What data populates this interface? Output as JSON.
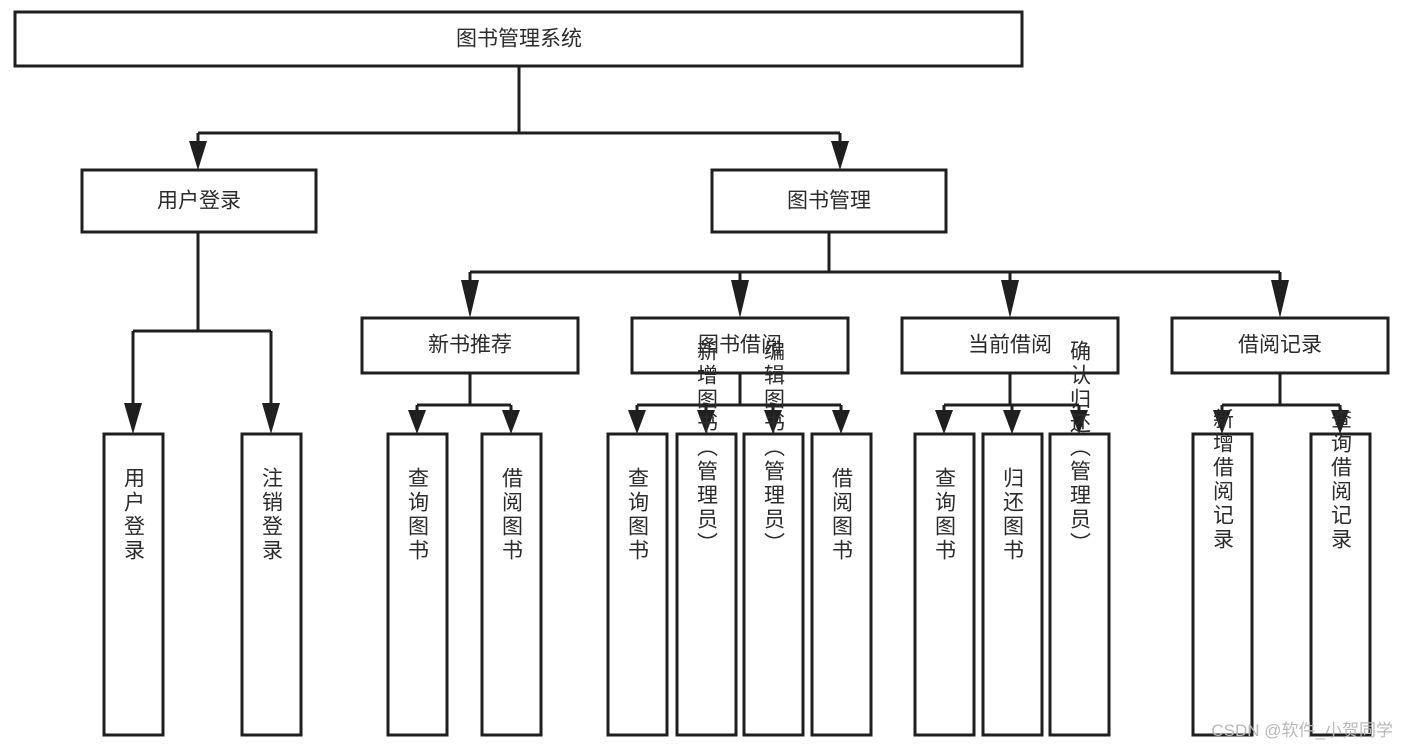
{
  "diagram": {
    "type": "tree-hierarchy-functional-decomposition",
    "title": "图书管理系统",
    "root": {
      "id": "root",
      "label": "图书管理系统",
      "level": 0
    },
    "level1": [
      {
        "id": "user-login",
        "label": "用户登录",
        "level": 1
      },
      {
        "id": "book-management",
        "label": "图书管理",
        "level": 1
      }
    ],
    "level2": [
      {
        "id": "new-book-recommend",
        "label": "新书推荐",
        "level": 2,
        "parent": "book-management"
      },
      {
        "id": "book-borrow",
        "label": "图书借阅",
        "level": 2,
        "parent": "book-management"
      },
      {
        "id": "current-borrow",
        "label": "当前借阅",
        "level": 2,
        "parent": "book-management"
      },
      {
        "id": "borrow-record",
        "label": "借阅记录",
        "level": 2,
        "parent": "book-management"
      }
    ],
    "leaves": [
      {
        "id": "leaf-user-login",
        "label": "用户登录",
        "parent": "user-login"
      },
      {
        "id": "leaf-logout-login",
        "label": "注销登录",
        "parent": "user-login"
      },
      {
        "id": "leaf-query-book-1",
        "label": "查询图书",
        "parent": "new-book-recommend"
      },
      {
        "id": "leaf-borrow-book-1",
        "label": "借阅图书",
        "parent": "new-book-recommend"
      },
      {
        "id": "leaf-query-book-2",
        "label": "查询图书",
        "parent": "book-borrow"
      },
      {
        "id": "leaf-add-book",
        "label": "新增图书（管理员）",
        "parent": "book-borrow"
      },
      {
        "id": "leaf-edit-book",
        "label": "编辑图书（管理员）",
        "parent": "book-borrow"
      },
      {
        "id": "leaf-borrow-book-2",
        "label": "借阅图书",
        "parent": "book-borrow"
      },
      {
        "id": "leaf-query-book-3",
        "label": "查询图书",
        "parent": "current-borrow"
      },
      {
        "id": "leaf-return-book",
        "label": "归还图书",
        "parent": "current-borrow"
      },
      {
        "id": "leaf-confirm-return",
        "label": "确认归还（管理员）",
        "parent": "current-borrow"
      },
      {
        "id": "leaf-add-record",
        "label": "新增借阅记录",
        "parent": "borrow-record"
      },
      {
        "id": "leaf-query-record",
        "label": "查询借阅记录",
        "parent": "borrow-record"
      }
    ],
    "colors": {
      "box_fill": "#ffffff",
      "box_stroke": "#1f1f1f",
      "text": "#2b2b2b",
      "background": "#ffffff",
      "watermark": "#b8b8b8"
    }
  },
  "watermark": {
    "text": "CSDN @软件_小贺同学"
  }
}
